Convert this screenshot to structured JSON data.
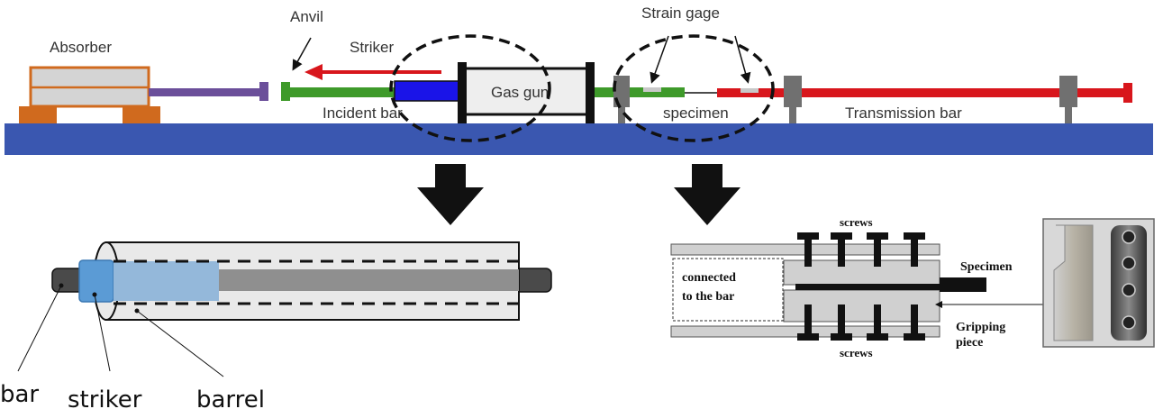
{
  "top_diagram": {
    "labels": {
      "absorber": "Absorber",
      "anvil": "Anvil",
      "striker": "Striker",
      "incident_bar": "Incident bar",
      "gas_gun": "Gas gun",
      "strain_gage": "Strain gage",
      "specimen": "specimen",
      "transmission_bar": "Transmission bar"
    },
    "colors": {
      "base": "#3a57b0",
      "absorber": "#d06a1e",
      "absorber_fill": "#d4d4d4",
      "anvil_rod": "#6b4f9a",
      "incident_bar": "#3e9a2a",
      "striker": "#1a14e8",
      "striker_arrow": "#d8161c",
      "transmission_bar": "#d8161c",
      "support": "#707070"
    }
  },
  "left_detail": {
    "labels": {
      "bar": "bar",
      "striker": "striker",
      "barrel": "barrel"
    },
    "colors": {
      "barrel": "#e9e9e9",
      "striker": "#5b9bd5",
      "striker_inner": "#94b8da",
      "bar": "#8f8f8f",
      "bar_end": "#4a4a4a"
    }
  },
  "right_detail": {
    "labels": {
      "screws_top": "screws",
      "screws_bottom": "screws",
      "connected_line1": "connected",
      "connected_line2": "to the bar",
      "specimen": "Specimen",
      "gripping_line1": "Gripping",
      "gripping_line2": "piece"
    },
    "photo": {
      "description": "photo of specimen and gripping piece"
    }
  }
}
